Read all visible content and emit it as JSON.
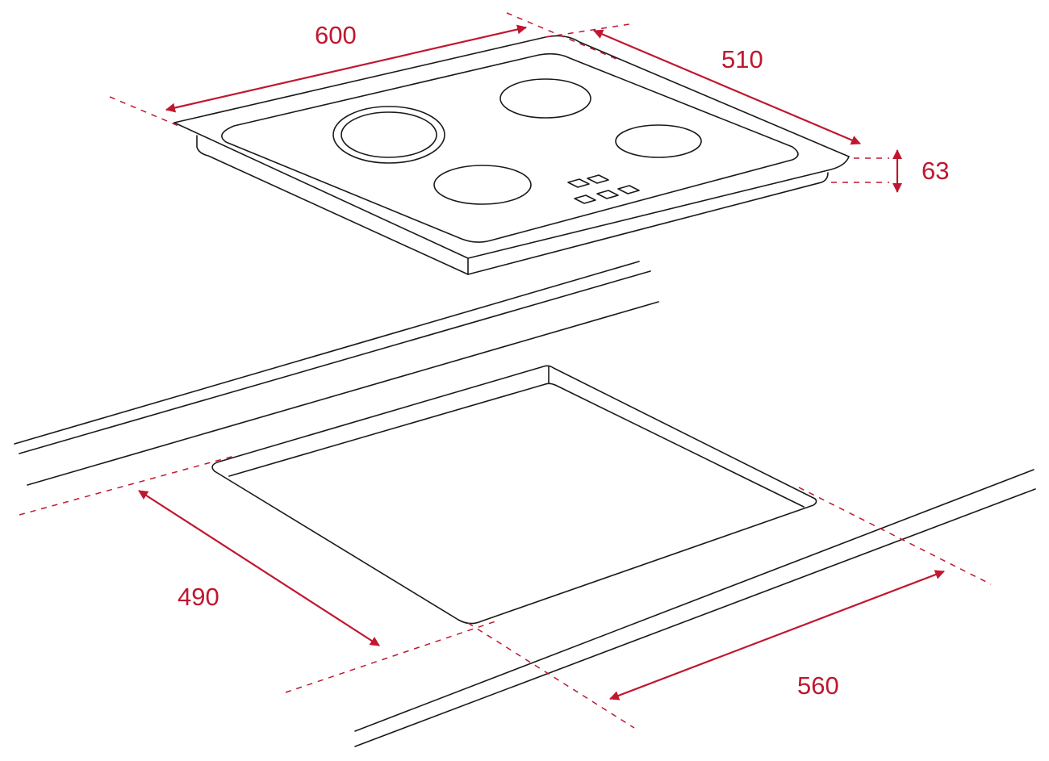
{
  "colors": {
    "accent": "#c0172f",
    "line": "#1a1a1a"
  },
  "dimensions": {
    "hob_width": "600",
    "hob_depth": "510",
    "hob_height": "63",
    "cutout_depth": "490",
    "cutout_width": "560"
  }
}
